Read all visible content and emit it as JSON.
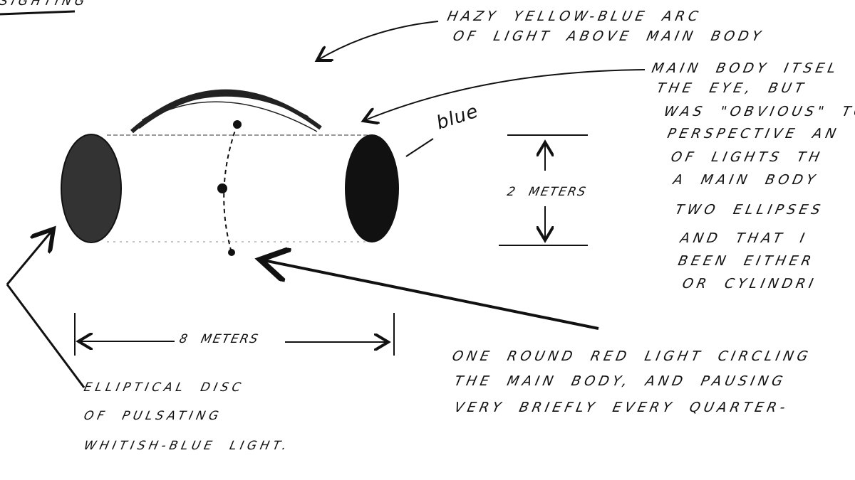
{
  "header_fragment": "SIGHTING",
  "labels": {
    "arc": [
      "HAZY YELLOW-BLUE ARC",
      "OF LIGHT ABOVE MAIN BODY"
    ],
    "main_body": [
      "MAIN BODY ITSEL",
      "THE EYE, BUT",
      "WAS \"OBVIOUS\" TO",
      "PERSPECTIVE AN",
      "OF LIGHTS TH",
      "A MAIN BODY",
      "TWO ELLIPSES",
      "AND THAT I",
      "BEEN EITHER",
      "OR CYLINDRI"
    ],
    "blue": "blue",
    "height": "2 METERS",
    "width": "8 METERS",
    "red_light": [
      "ONE ROUND RED LIGHT CIRCLING",
      "THE MAIN BODY, AND PAUSING",
      "VERY BRIEFLY EVERY QUARTER-"
    ],
    "disc": [
      "ELLIPTICAL DISC",
      "OF PULSATING",
      "WHITISH-BLUE LIGHT."
    ]
  },
  "colors": {
    "ink": "#111111",
    "paper": "#ffffff"
  }
}
